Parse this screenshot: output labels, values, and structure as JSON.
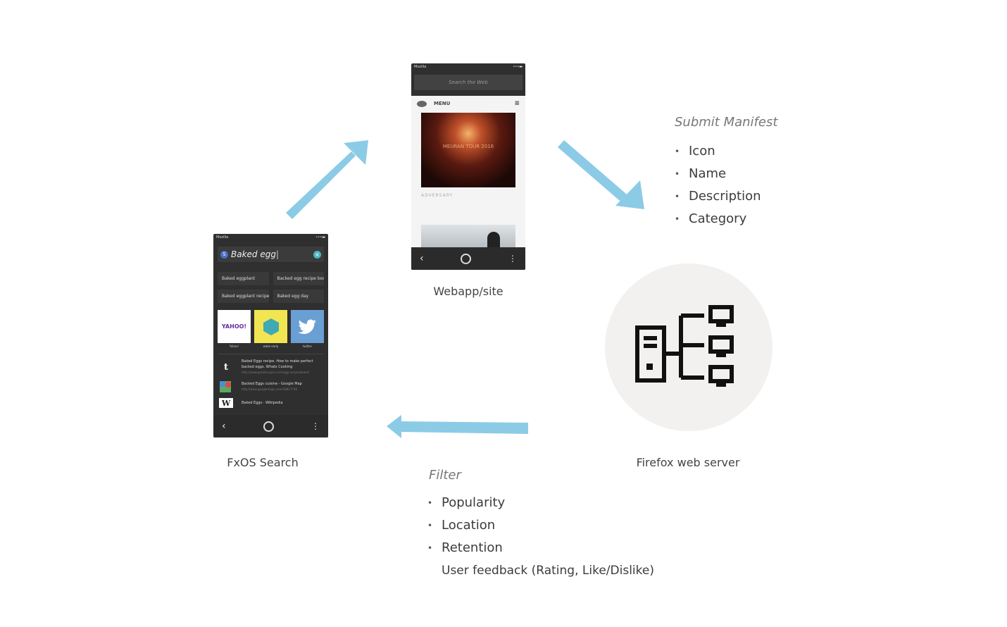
{
  "webapp": {
    "caption": "Webapp/site",
    "status_left": "Mozilla",
    "url_placeholder": "Search the Web",
    "menu_label": "MENU",
    "image_text": "MEURAN TOUR 2016",
    "section_label": "ADVERSARY"
  },
  "fxos": {
    "caption": "FxOS Search",
    "status_left": "Mozilla",
    "query": "Baked egg",
    "suggestions": [
      "Baked eggplant",
      "Backed egg recipe book",
      "Baked eggplant recipe",
      "Baked egg day"
    ],
    "tiles": [
      {
        "label": "Yahoo!",
        "text": "YAHOO!",
        "color": "#ffffff"
      },
      {
        "label": "wake early",
        "text": "",
        "color": "#f2e552"
      },
      {
        "label": "twitter",
        "text": "",
        "color": "#6a9fd4"
      }
    ],
    "results": [
      {
        "icon": "t",
        "icon_color": "#ffffff",
        "title": "Baked Eggs recipe. How to make perfect backed eggs. Whats Cooking",
        "url": "http://www.greatrecipes.com/egg-recipes/baked"
      },
      {
        "icon": "map",
        "icon_color": "#4caf50",
        "title": "Backed Eggs cuisine - Google Map",
        "url": "http://www.googlemaps.com/38827736"
      },
      {
        "icon": "W",
        "icon_color": "#ffffff",
        "title": "Baked Eggs - Wikipedia",
        "url": ""
      }
    ]
  },
  "manifest": {
    "heading": "Submit Manifest",
    "items": [
      "Icon",
      "Name",
      "Description",
      "Category"
    ]
  },
  "server": {
    "caption": "Firefox web server"
  },
  "filter": {
    "heading": "Filter",
    "items": [
      "Popularity",
      "Location",
      "Retention"
    ],
    "extra": "User feedback (Rating, Like/Dislike)"
  },
  "colors": {
    "arrow": "#8ccbe6",
    "phone_dark": "#2f2f2f",
    "server_bg": "#f2f1ef"
  }
}
